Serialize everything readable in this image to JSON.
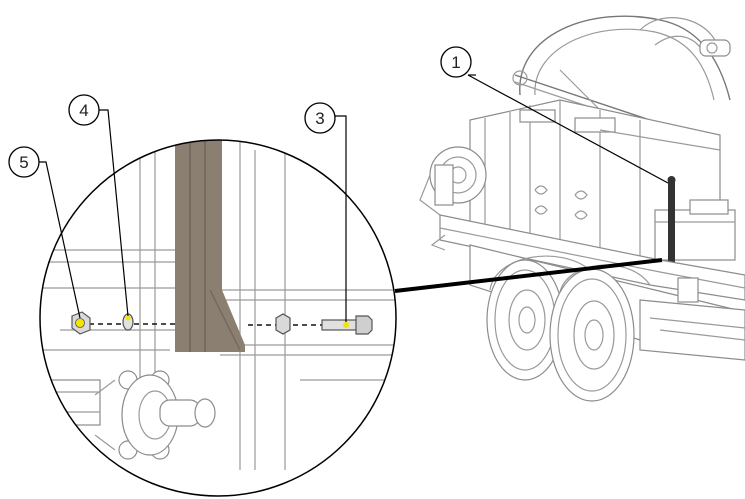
{
  "callouts": [
    {
      "id": "1",
      "label": "1"
    },
    {
      "id": "3",
      "label": "3"
    },
    {
      "id": "4",
      "label": "4"
    },
    {
      "id": "5",
      "label": "5"
    }
  ],
  "colors": {
    "highlight": "#f2e600",
    "frame_brown": "#8b7f72",
    "leader_line": "#000000",
    "outline": "#9a9a9a"
  }
}
